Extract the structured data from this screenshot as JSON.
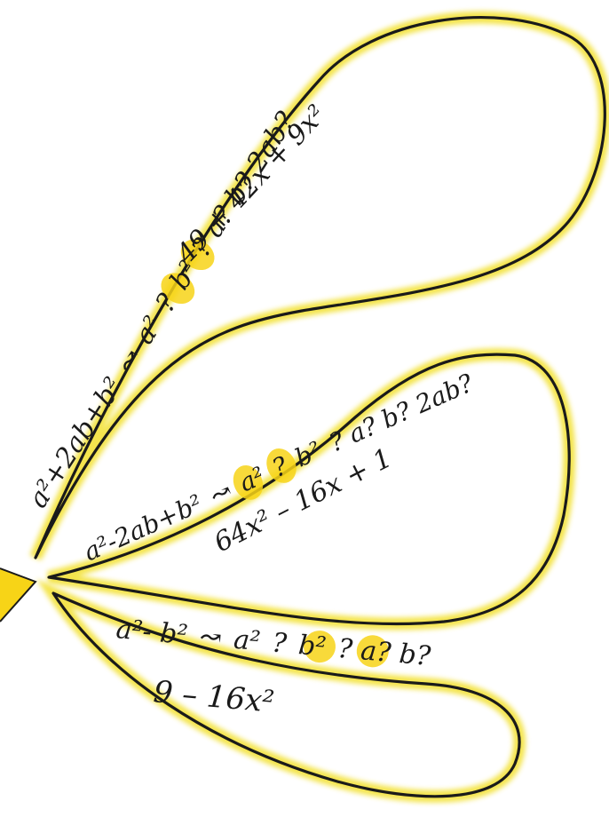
{
  "colors": {
    "paper": "#ffffff",
    "ink": "#1a1a1a",
    "highlight": "#f7d417",
    "petal_glow": "#f3e23a"
  },
  "petals": [
    {
      "rule": "a²+2ab+b² ↝ a²? b²? a? b? 2ab?",
      "rule_parts": {
        "lhs": "a²+2ab+b²",
        "arrow": "↝",
        "a2": "a²",
        "sep1": "?",
        "b2": "b²",
        "rest": "? a? b? 2ab?"
      },
      "expression": "49 + 42x + 9x²"
    },
    {
      "rule": "a²-2ab+b² ↝ a²? b²? a? b? 2ab?",
      "rule_parts": {
        "lhs": "a²-2ab+b²",
        "arrow": "↝",
        "a2": "a²",
        "sep1": "?",
        "b2": "b²",
        "rest": "? a? b? 2ab?"
      },
      "expression": "64x² – 16x + 1"
    },
    {
      "rule": "a²- b² ↝ a²? b²? a? b?",
      "rule_parts": {
        "lhs": "a²- b²",
        "arrow": "↝",
        "a2": "a²",
        "sep1": "?",
        "b2": "b²",
        "rest": "? a? b?"
      },
      "expression": "9 – 16x²"
    }
  ]
}
